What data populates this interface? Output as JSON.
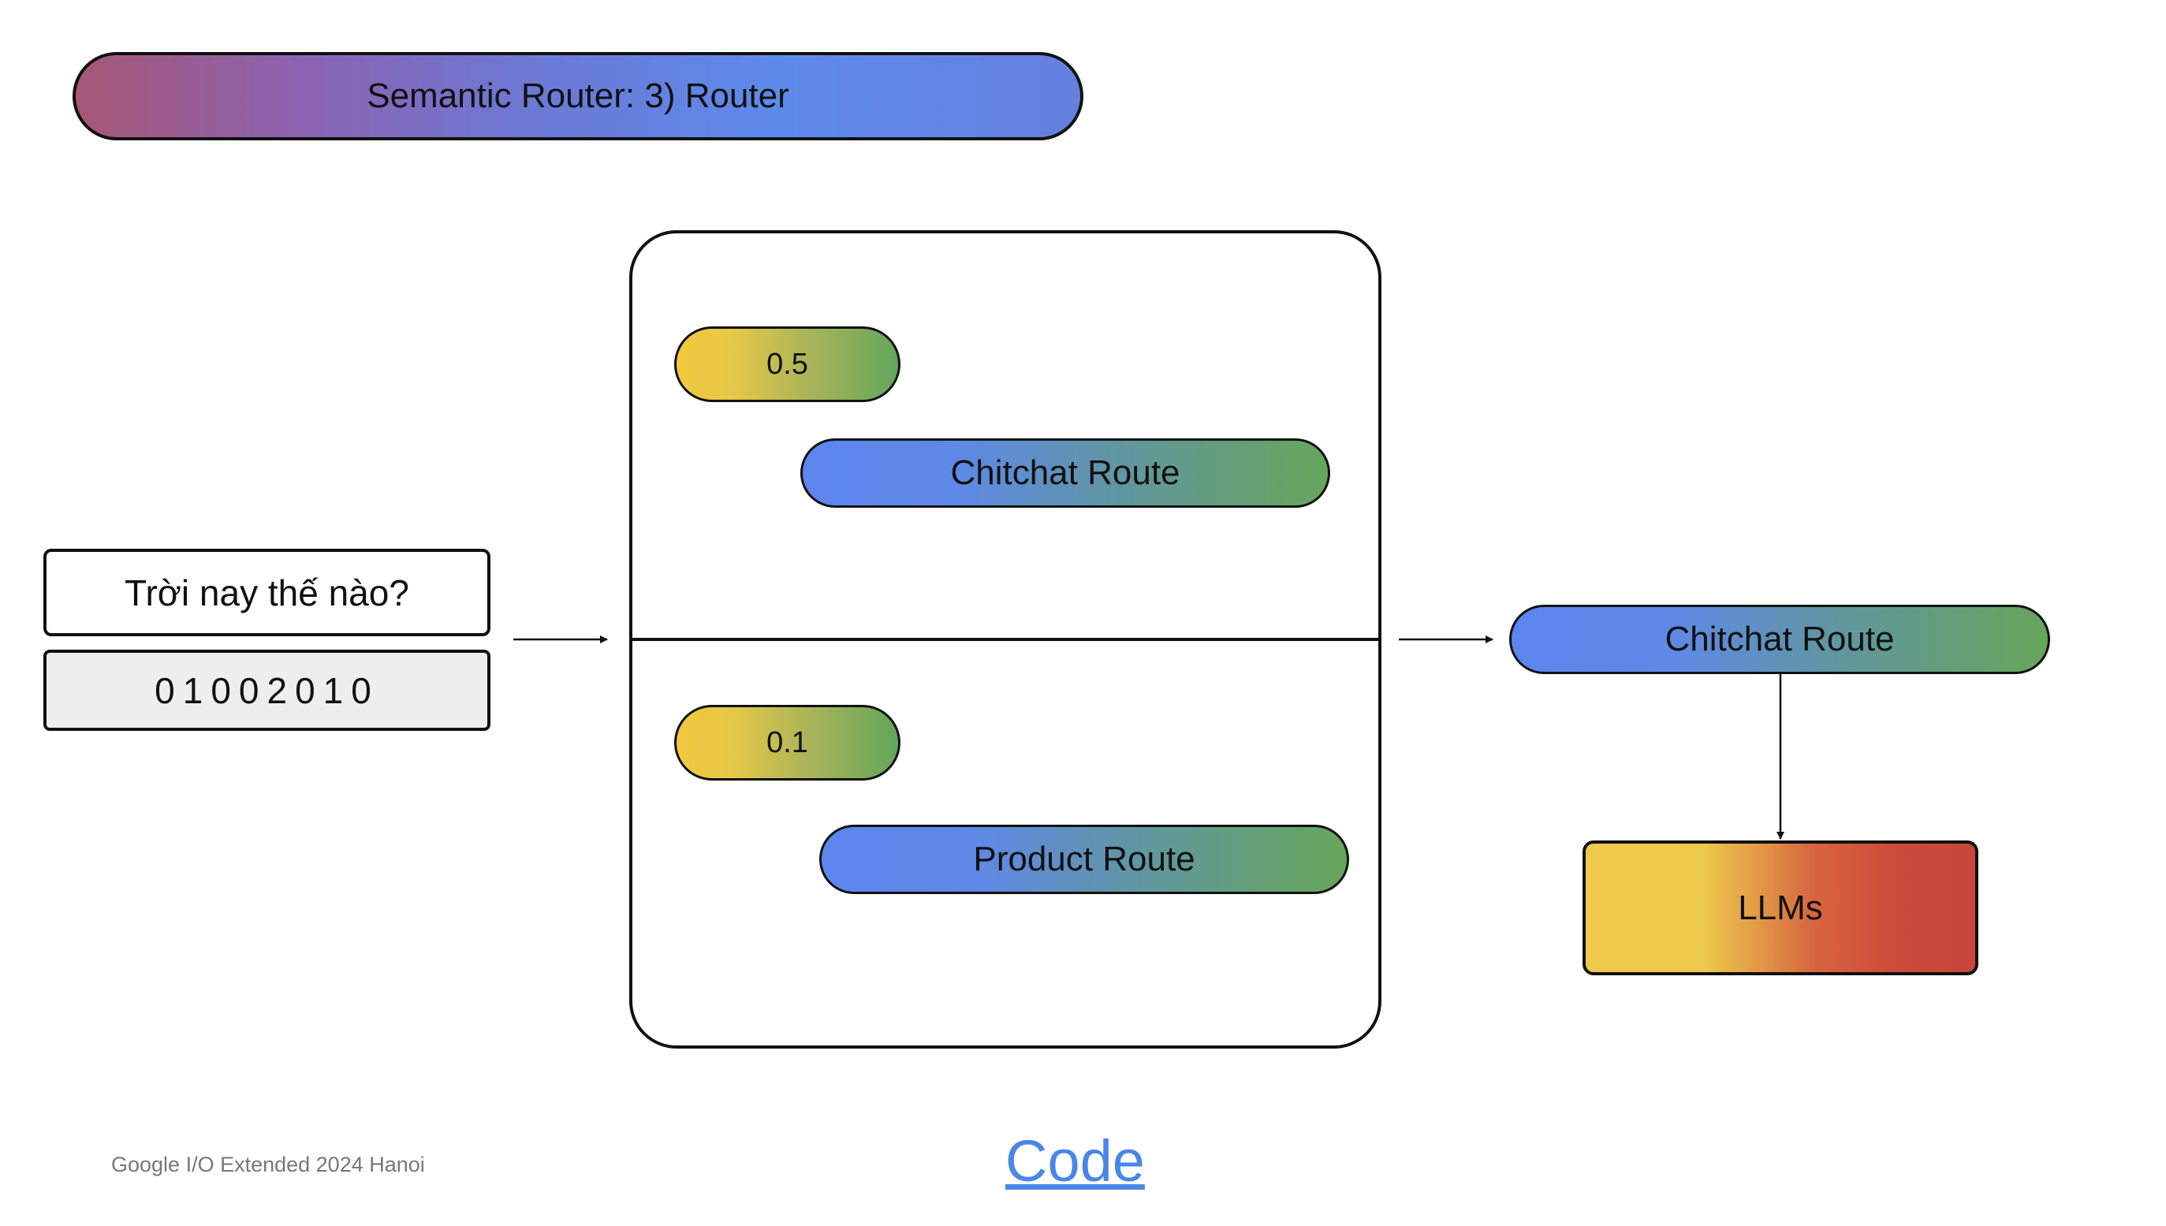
{
  "title": "Semantic Router: 3) Router",
  "input": {
    "query": "Trời nay thế nào?",
    "vector": "01002010"
  },
  "router": {
    "routes": [
      {
        "score": "0.5",
        "label": "Chitchat Route"
      },
      {
        "score": "0.1",
        "label": "Product Route"
      }
    ]
  },
  "output": {
    "selected_route": "Chitchat Route",
    "target": "LLMs"
  },
  "footer": {
    "event": "Google I/O Extended 2024 Hanoi",
    "code_link": "Code"
  },
  "colors": {
    "route_start": "#5c86ee",
    "route_end": "#66a65a",
    "score_start": "#f1c93e",
    "llm_red": "#c8463a",
    "link": "#4a86e8"
  }
}
